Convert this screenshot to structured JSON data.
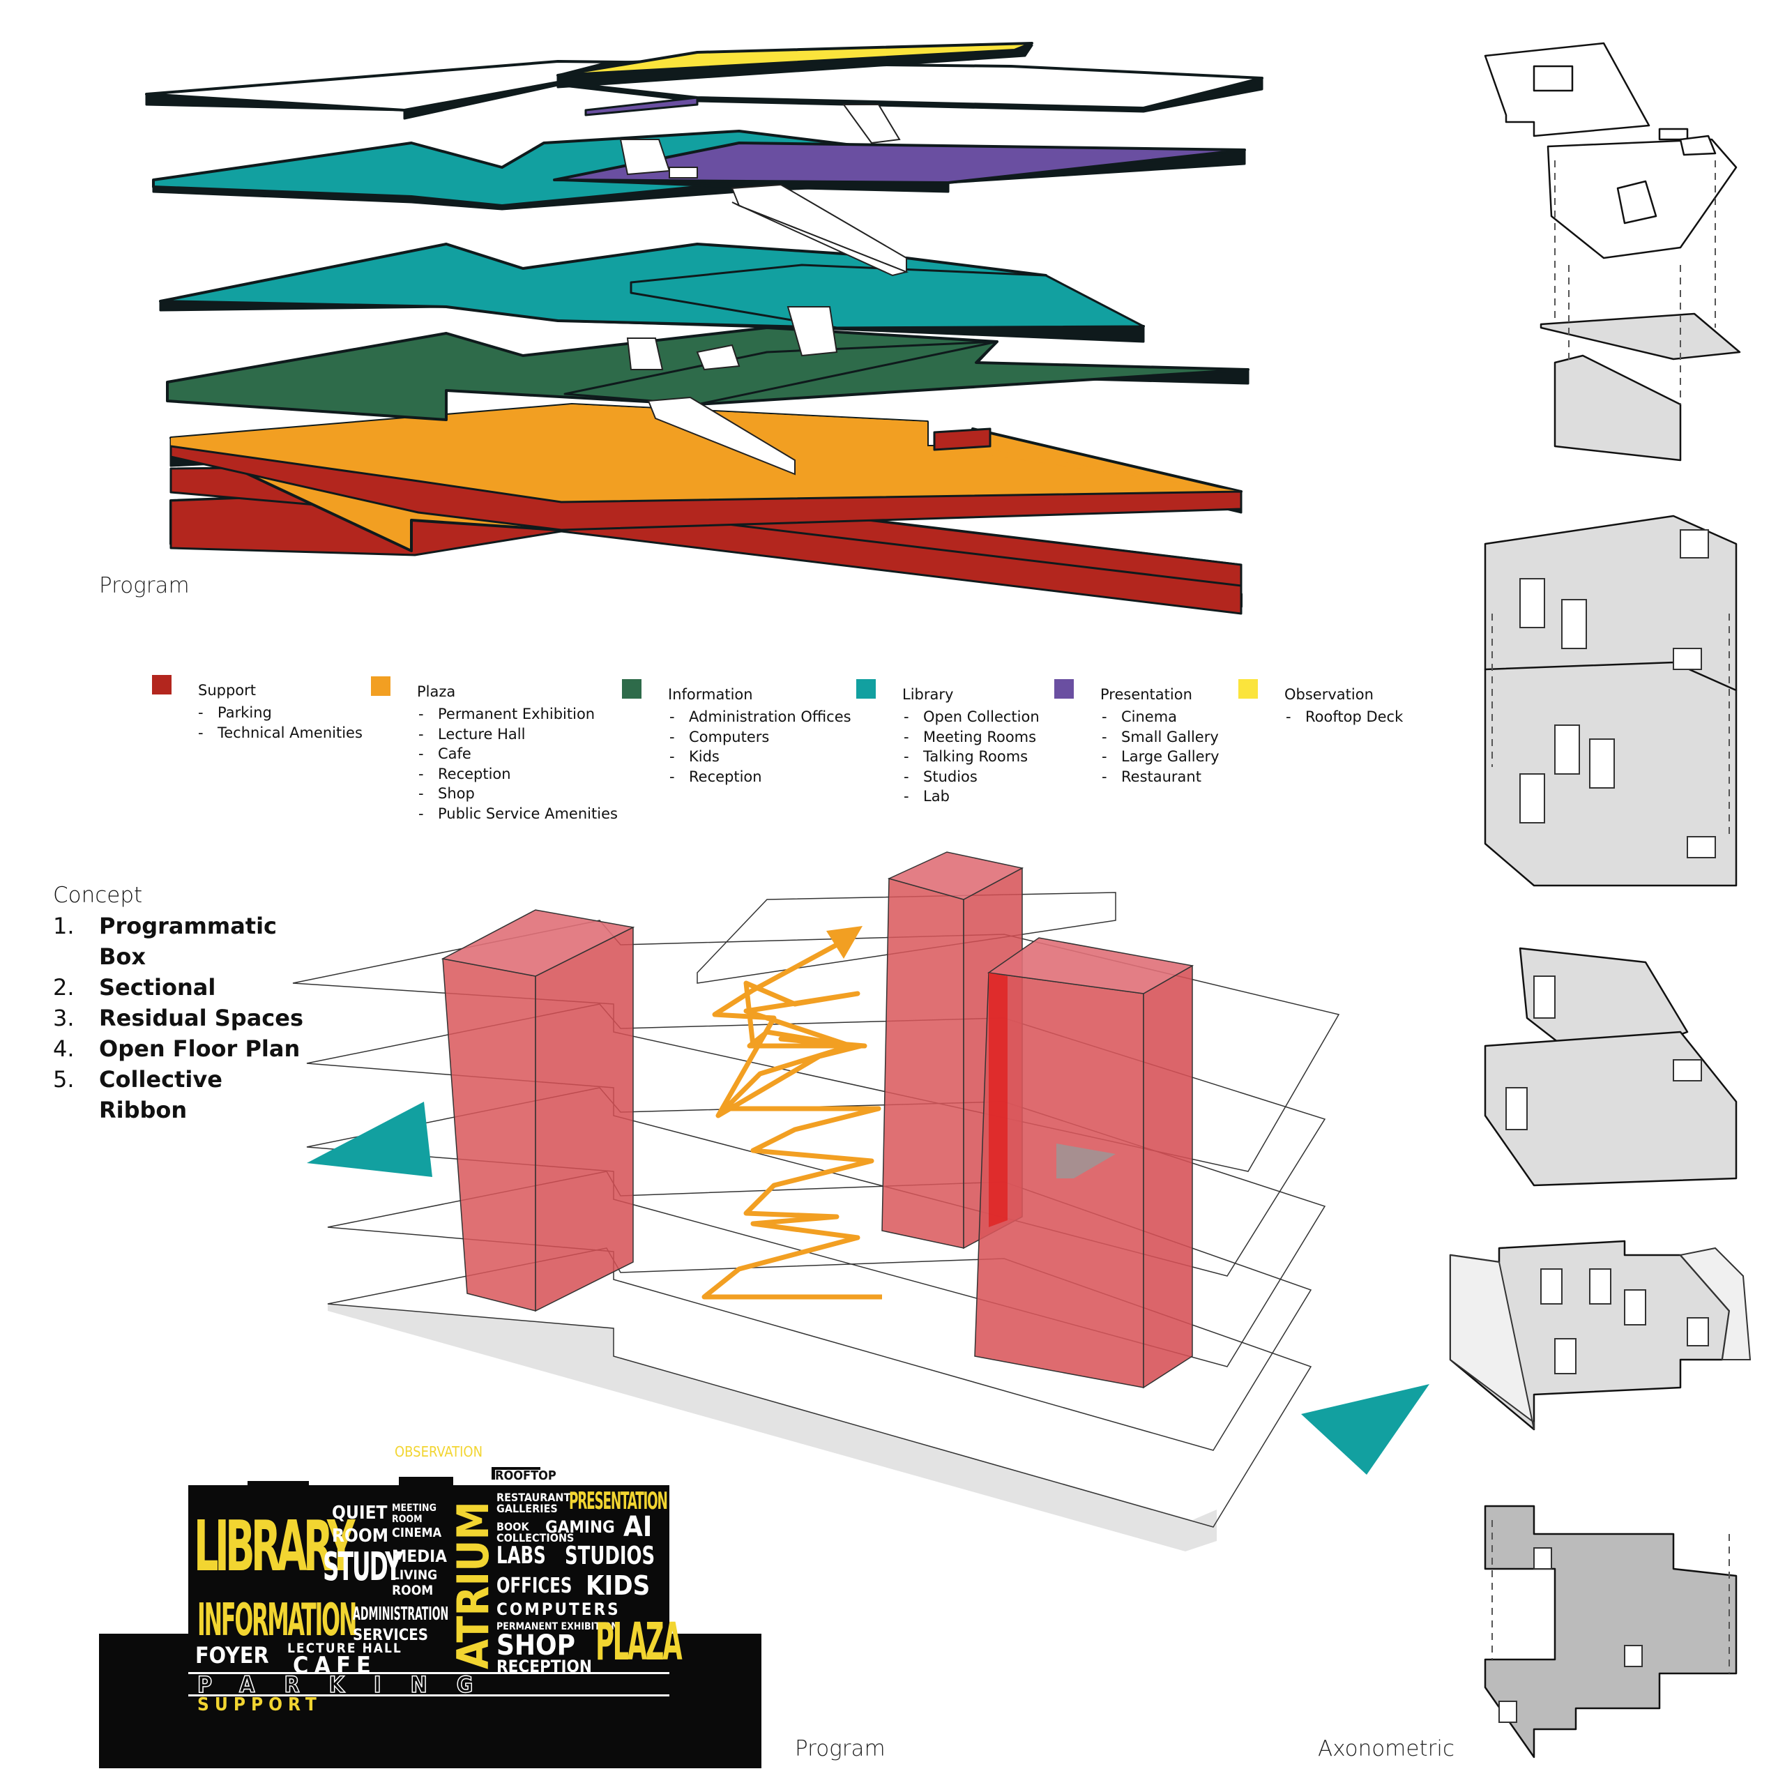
{
  "captions": {
    "program_top": "Program",
    "program_bottom": "Program",
    "axonometric": "Axonometric"
  },
  "legend": [
    {
      "color": "#b3261e",
      "title": "Support",
      "items": [
        "Parking",
        "Technical Amenities"
      ]
    },
    {
      "color": "#f29f22",
      "title": "Plaza",
      "items": [
        "Permanent Exhibition",
        "Lecture Hall",
        "Cafe",
        "Reception",
        "Shop",
        "Public Service Amenities"
      ]
    },
    {
      "color": "#2e6b4a",
      "title": "Information",
      "items": [
        "Administration Offices",
        "Computers",
        "Kids",
        "Reception"
      ]
    },
    {
      "color": "#12a0a0",
      "title": "Library",
      "items": [
        "Open Collection",
        "Meeting Rooms",
        "Talking Rooms",
        "Studios",
        "Lab"
      ]
    },
    {
      "color": "#6a4fa1",
      "title": "Presentation",
      "items": [
        "Cinema",
        "Small Gallery",
        "Large Gallery",
        "Restaurant"
      ]
    },
    {
      "color": "#fbe43c",
      "title": "Observation",
      "items": [
        "Rooftop Deck"
      ]
    }
  ],
  "concept": {
    "title": "Concept",
    "items": [
      {
        "num": "1.",
        "text": "Programmatic Box"
      },
      {
        "num": "2.",
        "text": "Sectional"
      },
      {
        "num": "3.",
        "text": "Residual Spaces"
      },
      {
        "num": "4.",
        "text": "Open Floor Plan"
      },
      {
        "num": "5.",
        "text": "Collective Ribbon"
      }
    ]
  },
  "wordmap": {
    "observation": "OBSERVATION",
    "rooftop": "ROOFTOP",
    "library": "LIBRARY",
    "quiet": "QUIET",
    "room": "ROOM",
    "meeting_room": "MEETING ROOM",
    "cinema": "CINEMA",
    "study": "STUDY",
    "media": "MEDIA",
    "living_room": "LIVING ROOM",
    "information": "INFORMATION",
    "administration": "ADMINISTRATION",
    "services": "SERVICES",
    "foyer": "FOYER",
    "lecture_hall": "LECTURE HALL",
    "cafe": "CAFE",
    "atrium": "ATRIUM",
    "restaurant_galleries": "RESTAURANT GALLERIES",
    "presentation": "PRESENTATION",
    "book_collections": "BOOK COLLECTIONS",
    "gaming": "GAMING",
    "ai": "AI",
    "labs": "LABS",
    "studios": "STUDIOS",
    "offices": "OFFICES",
    "kids": "KIDS",
    "computers": "COMPUTERS",
    "permanent_exhibition": "PERMANENT EXHIBITION",
    "shop": "SHOP",
    "reception": "RECEPTION",
    "plaza": "PLAZA",
    "parking": "PARKING",
    "support": "SUPPORT"
  }
}
